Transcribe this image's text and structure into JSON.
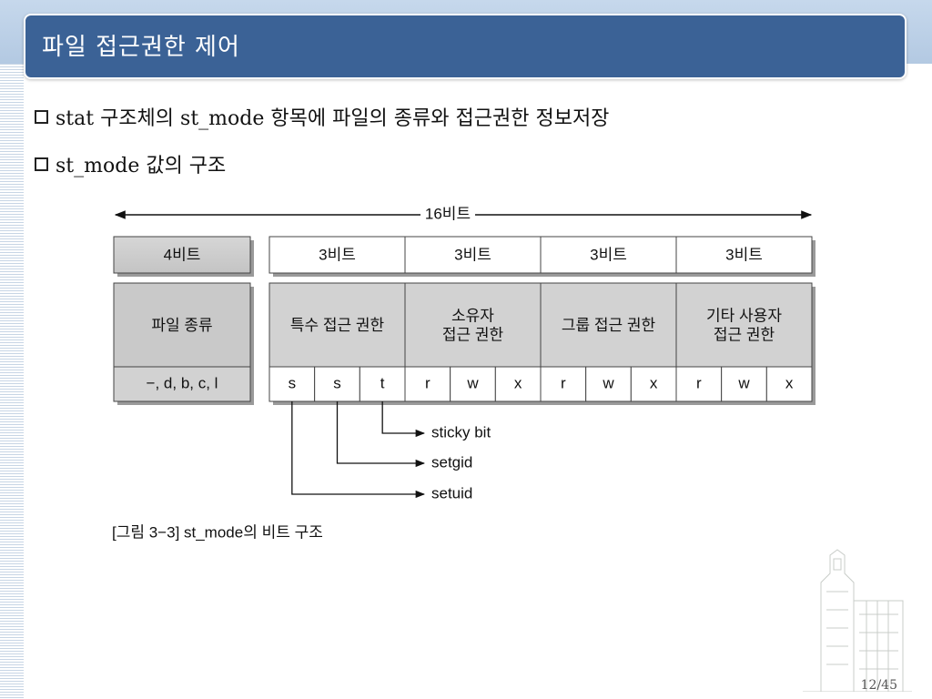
{
  "slide": {
    "title": "파일 접근권한 제어",
    "page_number": "12/45"
  },
  "bullets": [
    "stat 구조체의 st_mode 항목에 파일의 종류와 접근권한 정보저장",
    "st_mode 값의 구조"
  ],
  "diagram": {
    "total_label": "16비트",
    "bit_groups": [
      {
        "bits": "4비트",
        "name": "파일 종류",
        "values": [
          "−, d, b, c, l"
        ]
      },
      {
        "bits": "3비트",
        "name": "특수 접근 권한",
        "values": [
          "s",
          "s",
          "t"
        ]
      },
      {
        "bits": "3비트",
        "name": "소유자\n접근 권한",
        "values": [
          "r",
          "w",
          "x"
        ]
      },
      {
        "bits": "3비트",
        "name": "그룹 접근 권한",
        "values": [
          "r",
          "w",
          "x"
        ]
      },
      {
        "bits": "3비트",
        "name": "기타 사용자\n접근 권한",
        "values": [
          "r",
          "w",
          "x"
        ]
      }
    ],
    "special_bits": [
      "sticky bit",
      "setgid",
      "setuid"
    ],
    "caption": "[그림 3−3] st_mode의 비트 구조"
  }
}
